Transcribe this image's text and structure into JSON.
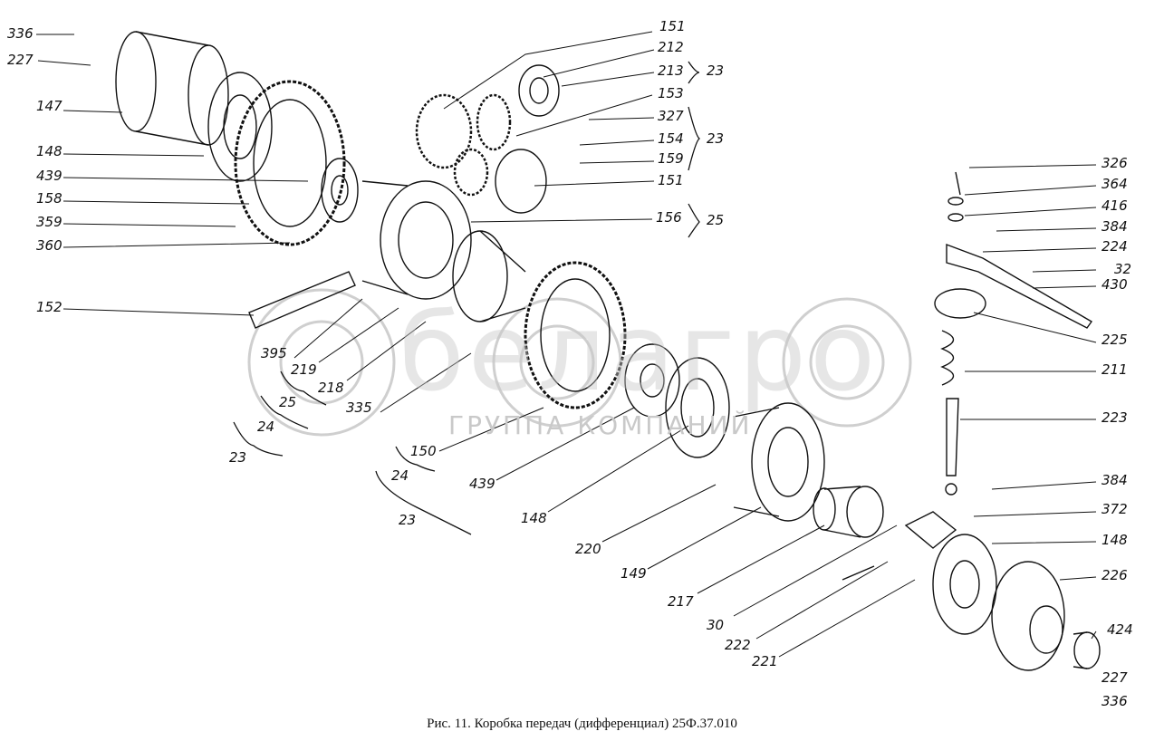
{
  "watermark": {
    "brand": "белагро",
    "subtitle": "ГРУППА КОМПАНИЙ"
  },
  "caption": "Рис. 11. Коробка передач (дифференциал) 25Ф.37.010",
  "labels": [
    "336",
    "227",
    "147",
    "148",
    "439",
    "158",
    "359",
    "360",
    "152",
    "395",
    "219",
    "218",
    "25",
    "335",
    "24",
    "23",
    "150",
    "24",
    "23",
    "439",
    "148",
    "220",
    "149",
    "217",
    "30",
    "222",
    "221",
    "151",
    "212",
    "213",
    "23",
    "153",
    "327",
    "154",
    "23",
    "159",
    "151",
    "156",
    "25",
    "326",
    "364",
    "416",
    "384",
    "224",
    "32",
    "430",
    "225",
    "211",
    "223",
    "384",
    "372",
    "148",
    "226",
    "424",
    "227",
    "336"
  ]
}
